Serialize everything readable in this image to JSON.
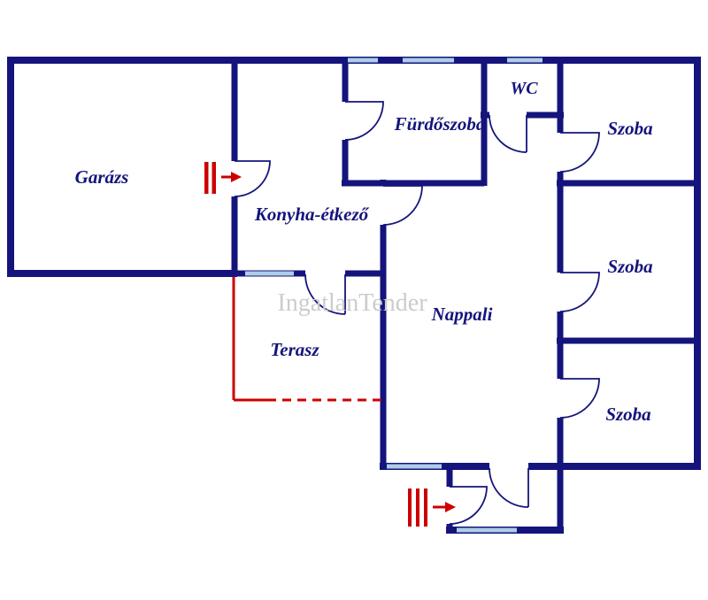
{
  "floorplan": {
    "watermark": "IngatlanTender",
    "rooms": {
      "garage": "Garázs",
      "kitchen": "Konyha-étkező",
      "bathroom": "Fürdőszoba",
      "wc": "WC",
      "room1": "Szoba",
      "room2": "Szoba",
      "room3": "Szoba",
      "living": "Nappali",
      "terrace": "Terasz"
    },
    "colors": {
      "wall": "#14147c",
      "window": "#aecde8",
      "accent": "#cc0000",
      "label": "#14147c",
      "watermark": "#cccccc",
      "background": "#ffffff"
    }
  }
}
